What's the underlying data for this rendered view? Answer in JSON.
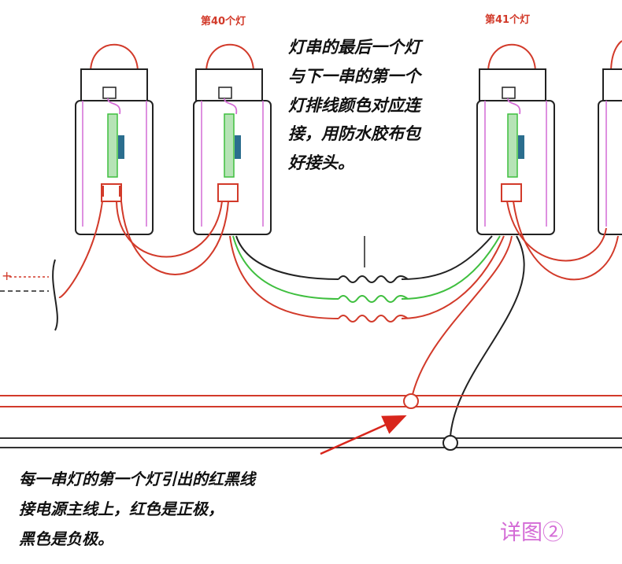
{
  "labels": {
    "bulb_40": "第40个灯",
    "bulb_41": "第41个灯",
    "positive_mark": "+"
  },
  "note_top": {
    "lines": [
      "灯串的最后一个灯",
      "与下一串的第一个",
      "灯排线颜色对应连",
      "接，用防水胶布包",
      "好接头。"
    ]
  },
  "note_bottom": {
    "lines": [
      "每一串灯的第一个灯引出的红黑线",
      "接电源主线上，红色是正极，",
      "黑色是负极。"
    ]
  },
  "caption": "详图②",
  "colors": {
    "red_wire": "#d23a2a",
    "black_wire": "#333333",
    "green_wire": "#3fbf3f",
    "bulb_outline": "#222222",
    "magenta": "#d46bd6",
    "arrow": "#d8261c"
  }
}
